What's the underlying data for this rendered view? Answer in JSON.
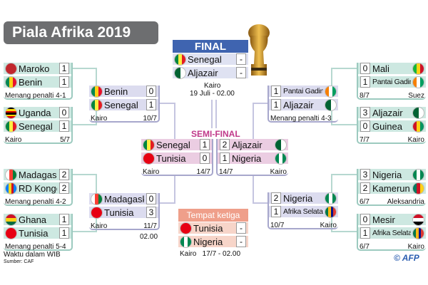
{
  "title": "Piala Afrika 2019",
  "colors": {
    "round16": "#cde8e1",
    "quarter": "#dcdcef",
    "semi": "#ebcde2",
    "final_header": "#3f64b0",
    "final_rows": "#dfe2f2",
    "third_header": "#ef9f8a",
    "third_rows": "#f7d5c9",
    "semi_label": "#c0398a"
  },
  "left_r16": [
    {
      "teams": [
        {
          "name": "Maroko",
          "score": "1"
        },
        {
          "name": "Benin",
          "score": "1"
        }
      ],
      "caption": [
        "Menang penalti 4-1",
        ""
      ]
    },
    {
      "teams": [
        {
          "name": "Uganda",
          "score": "0"
        },
        {
          "name": "Senegal",
          "score": "1"
        }
      ],
      "caption": [
        "Kairo",
        "5/7"
      ]
    },
    {
      "teams": [
        {
          "name": "Madagaskar",
          "score": "2"
        },
        {
          "name": "RD Kongo",
          "score": "2"
        }
      ],
      "caption": [
        "Menang penalti 4-2",
        ""
      ]
    },
    {
      "teams": [
        {
          "name": "Ghana",
          "score": "1"
        },
        {
          "name": "Tunisia",
          "score": "1"
        }
      ],
      "caption": [
        "Menang penalti 5-4",
        ""
      ]
    }
  ],
  "left_qf": [
    {
      "teams": [
        {
          "name": "Benin",
          "score": "0"
        },
        {
          "name": "Senegal",
          "score": "1"
        }
      ],
      "caption": [
        "Kairo",
        "10/7"
      ]
    },
    {
      "teams": [
        {
          "name": "Madagaskar",
          "score": "0"
        },
        {
          "name": "Tunisia",
          "score": "3"
        }
      ],
      "caption": [
        "Kairo",
        "11/7"
      ],
      "extra": "02.00"
    }
  ],
  "semi_label": "SEMI-FINAL",
  "left_sf": {
    "teams": [
      {
        "name": "Senegal",
        "score": "1"
      },
      {
        "name": "Tunisia",
        "score": "0"
      }
    ],
    "caption": [
      "Kairo",
      "14/7"
    ]
  },
  "right_sf": {
    "teams": [
      {
        "name": "Aljazair",
        "score": "2"
      },
      {
        "name": "Nigeria",
        "score": "1"
      }
    ],
    "caption": [
      "14/7",
      "Kairo"
    ]
  },
  "right_qf": [
    {
      "teams": [
        {
          "name": "Pantai Gading",
          "score": "1"
        },
        {
          "name": "Aljazair",
          "score": "1"
        }
      ],
      "caption": [
        "Menang penalti 4-3",
        ""
      ]
    },
    {
      "teams": [
        {
          "name": "Nigeria",
          "score": "2"
        },
        {
          "name": "Afrika Selatan",
          "score": "1"
        }
      ],
      "caption": [
        "10/7",
        "Kairo"
      ]
    }
  ],
  "right_r16": [
    {
      "teams": [
        {
          "name": "Mali",
          "score": "0"
        },
        {
          "name": "Pantai Gading",
          "score": "1"
        }
      ],
      "caption": [
        "8/7",
        "Suez"
      ]
    },
    {
      "teams": [
        {
          "name": "Aljazair",
          "score": "3"
        },
        {
          "name": "Guinea",
          "score": "0"
        }
      ],
      "caption": [
        "7/7",
        "Kairo"
      ]
    },
    {
      "teams": [
        {
          "name": "Nigeria",
          "score": "3"
        },
        {
          "name": "Kamerun",
          "score": "2"
        }
      ],
      "caption": [
        "6/7",
        "Aleksandria"
      ]
    },
    {
      "teams": [
        {
          "name": "Mesir",
          "score": "0"
        },
        {
          "name": "Afrika Selatan",
          "score": "1"
        }
      ],
      "caption": [
        "6/7",
        "Kairo"
      ]
    }
  ],
  "final": {
    "label": "FINAL",
    "teams": [
      {
        "name": "Senegal",
        "score": "-"
      },
      {
        "name": "Aljazair",
        "score": "-"
      }
    ],
    "venue": "Kairo",
    "date": "19 Juli - 02.00"
  },
  "third": {
    "label": "Tempat ketiga",
    "teams": [
      {
        "name": "Tunisia",
        "score": "-"
      },
      {
        "name": "Nigeria",
        "score": "-"
      }
    ],
    "caption": "Kairo   17/7 - 02.00"
  },
  "footer": {
    "note": "Waktu dalam WIB",
    "source": "Sumber: CAF",
    "credit": "© AFP"
  }
}
